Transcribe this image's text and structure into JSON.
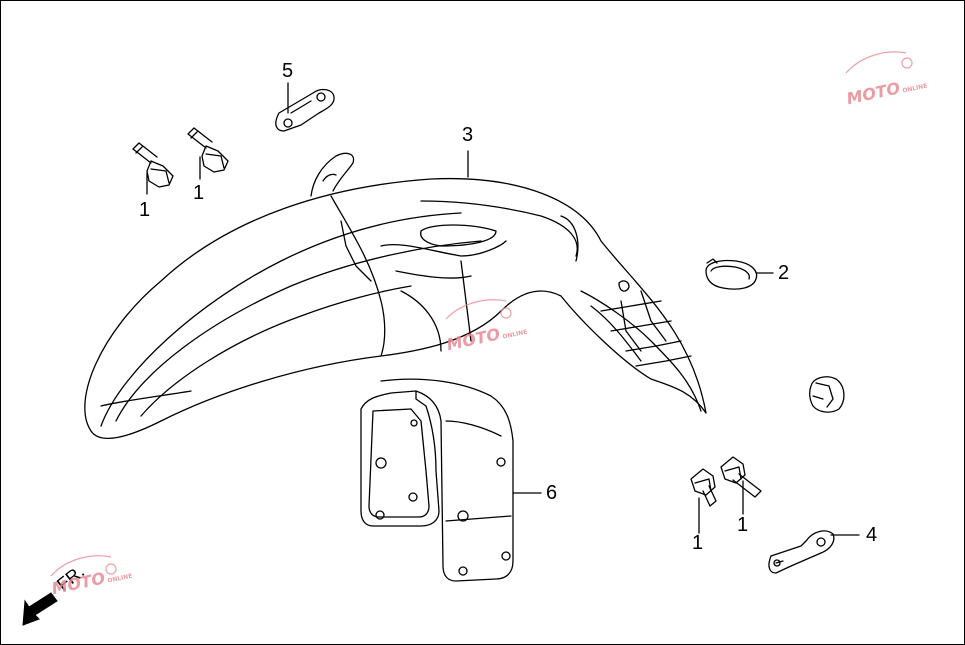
{
  "callouts": [
    {
      "id": "bolt-a",
      "number": "1"
    },
    {
      "id": "bolt-b",
      "number": "1"
    },
    {
      "id": "bolt-c",
      "number": "1"
    },
    {
      "id": "bolt-d",
      "number": "1"
    },
    {
      "id": "grommet",
      "number": "2"
    },
    {
      "id": "front-fender",
      "number": "3"
    },
    {
      "id": "bracket-lower",
      "number": "4"
    },
    {
      "id": "bracket-upper",
      "number": "5"
    },
    {
      "id": "fender-stay",
      "number": "6"
    }
  ],
  "direction_label": "FR.",
  "watermark": {
    "text": "MOTO",
    "sub": "ONLINE"
  },
  "colors": {
    "line": "#000000",
    "watermark": "#e88a94",
    "background": "#ffffff"
  },
  "icons": [
    "direction-arrow-icon",
    "watermark-logo-icon"
  ]
}
